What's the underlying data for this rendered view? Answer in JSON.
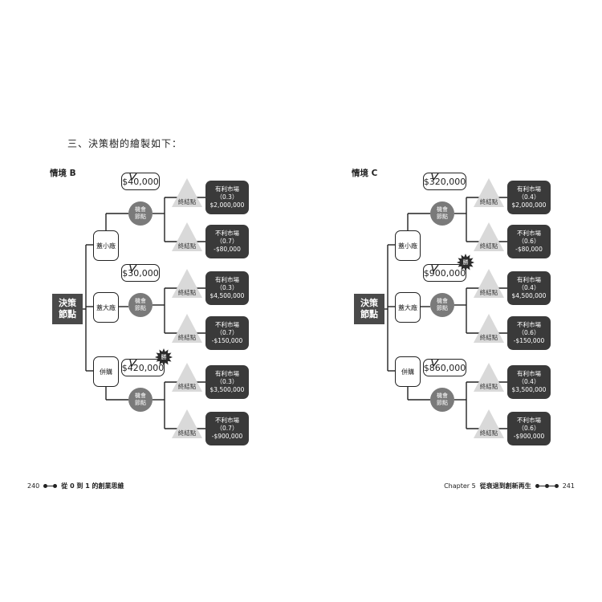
{
  "intro_text": "三、決策樹的繪製如下：",
  "node_labels": {
    "root": "決策節點",
    "chance": "機會節點",
    "terminal": "終結點",
    "win": "勝"
  },
  "scenarios": [
    {
      "label": "情境 B",
      "options": [
        {
          "name": "蓋小廠",
          "value": "$40,000",
          "win": false,
          "outcomes": [
            {
              "market": "有利市場",
              "prob": "（0.3）",
              "payoff": "$2,000,000"
            },
            {
              "market": "不利市場",
              "prob": "（0.7）",
              "payoff": "-$80,000"
            }
          ]
        },
        {
          "name": "蓋大廠",
          "value": "$30,000",
          "win": false,
          "outcomes": [
            {
              "market": "有利市場",
              "prob": "（0.3）",
              "payoff": "$4,500,000"
            },
            {
              "market": "不利市場",
              "prob": "（0.7）",
              "payoff": "-$150,000"
            }
          ]
        },
        {
          "name": "併購",
          "value": "$420,000",
          "win": true,
          "outcomes": [
            {
              "market": "有利市場",
              "prob": "（0.3）",
              "payoff": "$3,500,000"
            },
            {
              "market": "不利市場",
              "prob": "（0.7）",
              "payoff": "-$900,000"
            }
          ]
        }
      ]
    },
    {
      "label": "情境 C",
      "options": [
        {
          "name": "蓋小廠",
          "value": "$320,000",
          "win": false,
          "outcomes": [
            {
              "market": "有利市場",
              "prob": "（0.4）",
              "payoff": "$2,000,000"
            },
            {
              "market": "不利市場",
              "prob": "（0.6）",
              "payoff": "-$80,000"
            }
          ]
        },
        {
          "name": "蓋大廠",
          "value": "$900,000",
          "win": true,
          "outcomes": [
            {
              "market": "有利市場",
              "prob": "（0.4）",
              "payoff": "$4,500,000"
            },
            {
              "market": "不利市場",
              "prob": "（0.6）",
              "payoff": "-$150,000"
            }
          ]
        },
        {
          "name": "併購",
          "value": "$860,000",
          "win": false,
          "outcomes": [
            {
              "market": "有利市場",
              "prob": "（0.4）",
              "payoff": "$3,500,000"
            },
            {
              "market": "不利市場",
              "prob": "（0.6）",
              "payoff": "-$900,000"
            }
          ]
        }
      ]
    }
  ],
  "footer": {
    "left_page": "240",
    "left_title": "從 0 到 1 的創業思維",
    "right_chapter": "Chapter 5",
    "right_title": "從衰退到創新再生",
    "right_page": "241"
  }
}
